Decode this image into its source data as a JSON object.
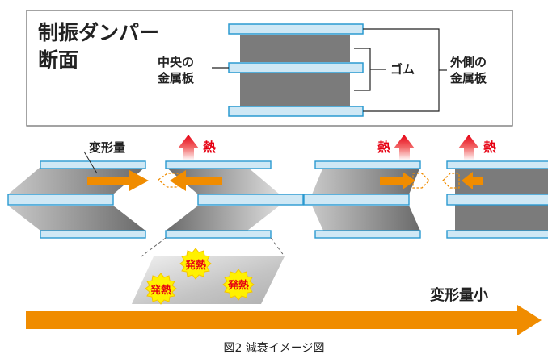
{
  "section": {
    "title_line1": "制振ダンパー",
    "title_line2": "断面",
    "label_center_line1": "中央の",
    "label_center_line2": "金属板",
    "label_rubber": "ゴム",
    "label_outer_line1": "外側の",
    "label_outer_line2": "金属板"
  },
  "deformation": {
    "label_amount": "変形量",
    "heat_label": "熱",
    "heat_spots": [
      "発熱",
      "発熱",
      "発熱"
    ],
    "label_decrease": "変形量小"
  },
  "caption": "図2 減衰イメージ図",
  "colors": {
    "plate_fill": "#cfe8f5",
    "plate_stroke": "#2b9ad1",
    "rubber": "#7a7a7a",
    "arrow_orange": "#f08c00",
    "heat_red": "#e60012",
    "heat_spot_yellow": "#fff100"
  }
}
